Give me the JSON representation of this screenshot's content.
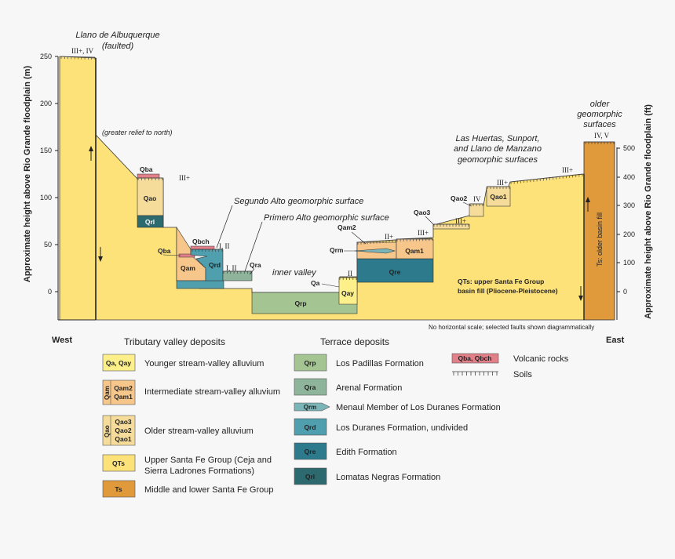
{
  "colors": {
    "qts": "#fde27a",
    "ts": "#e09a3c",
    "qa": "#fdf08a",
    "qam": "#f7c68a",
    "qao": "#f5dc9a",
    "qrp": "#a4c592",
    "qra": "#8fb49c",
    "qrm": "#7bb5b7",
    "qrd": "#4f9fae",
    "qre": "#2c7a8c",
    "qrl": "#2c6a70",
    "volcanic": "#e2808a"
  },
  "axis": {
    "left_label": "Approximate height above Rio Grande floodplain (m)",
    "right_label": "Approximate height above Rio Grande floodplain (ft)",
    "left_ticks": [
      "250",
      "200",
      "150",
      "100",
      "50",
      "0"
    ],
    "right_ticks": [
      "500",
      "400",
      "300",
      "200",
      "100",
      "0"
    ],
    "west": "West",
    "east": "East"
  },
  "annotations": {
    "llano_line1": "Llano de Albuquerque",
    "llano_line2": "(faulted)",
    "greater_relief": "(greater relief to north)",
    "segundo": "Segundo Alto geomorphic surface",
    "primero": "Primero Alto geomorphic surface",
    "inner_valley": "inner valley",
    "las_huertas_1": "Las Huertas, Sunport,",
    "las_huertas_2": "and Llano de Manzano",
    "las_huertas_3": "geomorphic surfaces",
    "older_1": "older",
    "older_2": "geomorphic",
    "older_3": "surfaces",
    "qts_1": "QTs: upper Santa Fe Group",
    "qts_2": "basin fill (Pliocene-Pleistocene)",
    "ts_vertical": "Ts: older basin fill",
    "no_scale": "No horizontal scale; selected faults shown diagrammatically"
  },
  "soil_labels": {
    "llano": "III+, IV",
    "qao": "III+",
    "qbch": "I, II",
    "qra": "I, II",
    "qay": "II",
    "qam2": "II+",
    "qam1": "III+",
    "qao3": "III+",
    "qao2": "IV",
    "qao1": "III+",
    "right_slope": "III+",
    "older": "IV, V"
  },
  "unit_labels": {
    "qba_top": "Qba",
    "qao": "Qao",
    "qrl": "Qrl",
    "qbch": "Qbch",
    "qba_mid": "Qba",
    "qam": "Qam",
    "qrd": "Qrd",
    "qra": "Qra",
    "qrp": "Qrp",
    "qa": "Qa",
    "qay": "Qay",
    "qam2": "Qam2",
    "qrm": "Qrm",
    "qam1": "Qam1",
    "qre": "Qre",
    "qao3": "Qao3",
    "qao2": "Qao2",
    "qao1": "Qao1"
  },
  "legend": {
    "tributary_title": "Tributary valley deposits",
    "terrace_title": "Terrace deposits",
    "tributary": [
      {
        "codes": [
          "Qa, Qay"
        ],
        "label": [
          "Younger stream-valley alluvium"
        ]
      },
      {
        "side": "Qam",
        "codes": [
          "Qam2",
          "Qam1"
        ],
        "label": [
          "Intermediate stream-valley alluvium"
        ]
      },
      {
        "side": "Qao",
        "codes": [
          "Qao3",
          "Qao2",
          "Qao1"
        ],
        "label": [
          "Older stream-valley alluvium"
        ]
      },
      {
        "codes": [
          "QTs"
        ],
        "label": [
          "Upper Santa Fe Group (Ceja and",
          "Sierra Ladrones Formations)"
        ]
      },
      {
        "codes": [
          "Ts"
        ],
        "label": [
          "Middle and lower Santa Fe Group"
        ]
      }
    ],
    "terrace": [
      {
        "code": "Qrp",
        "label": "Los Padillas Formation"
      },
      {
        "code": "Qra",
        "label": "Arenal Formation"
      },
      {
        "code": "Qrm",
        "label": "Menaul Member of Los Duranes Formation"
      },
      {
        "code": "Qrd",
        "label": "Los Duranes Formation, undivided"
      },
      {
        "code": "Qre",
        "label": "Edith Formation"
      },
      {
        "code": "Qrl",
        "label": "Lomatas Negras Formation"
      }
    ],
    "volcanic_code": "Qba, Qbch",
    "volcanic_label": "Volcanic rocks",
    "soils_label": "Soils"
  }
}
